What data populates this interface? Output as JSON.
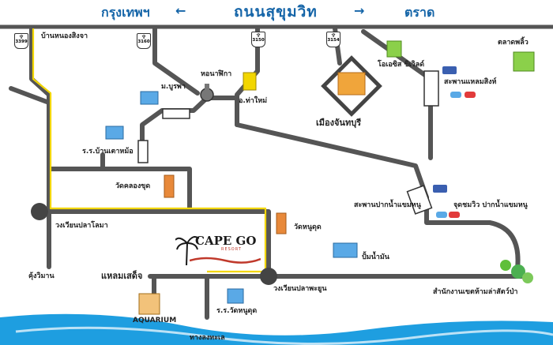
{
  "header": {
    "left_city": "กรุงเทพฯ",
    "road_name": "ถนนสุขุมวิท",
    "right_city": "ตราด",
    "left_arrow": "←",
    "right_arrow": "→"
  },
  "highways": [
    {
      "number": "3399",
      "emblem": "♆"
    },
    {
      "number": "3160",
      "emblem": "♆"
    },
    {
      "number": "3150",
      "emblem": "♆"
    },
    {
      "number": "3154",
      "emblem": "♆"
    }
  ],
  "labels": {
    "ban_nong_sing": "บ้านหนองสิงจา",
    "ho_nalika": "หอนาฬิกา",
    "mor_burapha": "ม.บูรพา",
    "a_tha_mai": "อ.ท่าใหม่",
    "mueang_chanthaburi": "เมืองจันทบุรี",
    "oasis_world": "โอเอซิส ขิเวิลด์",
    "talad_phloi": "ตลาดพลิ้ว",
    "saphan_laem_sing": "สะพานแหลมสิงห์",
    "ror_ban_tao_mor": "ร.ร.บ้านเตาหม้อ",
    "wat_khlong_khut": "วัดคลองขุด",
    "wong_wian_pla_loma": "วงเวียนปลาโลมา",
    "wat_nong_dud": "วัดหนูดุด",
    "saphan_pak_nam": "สะพานปากน้ำแขมหนู",
    "jud_chom_wiew": "จุดชมวิว ปากน้ำแขมหนู",
    "pam_nam_man": "ปั้มน้ำมัน",
    "khung_wiman": "คุ้งวิมาน",
    "laem_sadet": "แหลมเสด็จ",
    "wong_wian_pla_phayun": "วงเวียนปลาพะยูน",
    "samnak_ngan": "สำนักงานเขตห้ามล่าสัตว์ป่า",
    "aquarium": "AQUARIUM",
    "ror_wat_nong_dud": "ร.ร.วัดหนูดุด",
    "thang_long_thale": "ทางลงทะเล"
  },
  "brand": {
    "name": "CAPE GO",
    "sub": "RESORT"
  },
  "colors": {
    "road": "#555555",
    "route_highlight": "#f2d600",
    "title_blue": "#1565a8",
    "sea": "#1e9ee0",
    "building_orange": "#e8893a",
    "building_blue": "#5aa9e6",
    "building_green": "#8bd04a"
  }
}
